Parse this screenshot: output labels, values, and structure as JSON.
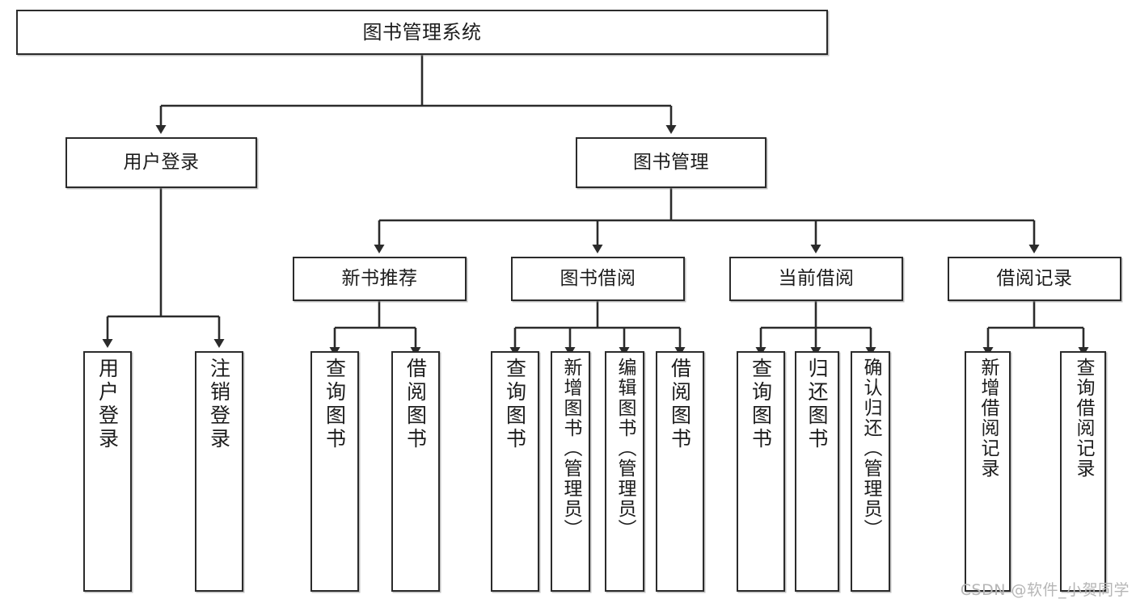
{
  "diagram": {
    "title": "图书管理系统",
    "type": "tree-hierarchy",
    "watermark": "CSDN @软件_小贺同学",
    "colors": {
      "node_border": "#2b2b2b",
      "node_fill": "#ffffff",
      "connector": "#2b2b2b",
      "watermark": "#b6b6b6",
      "background": "#ffffff"
    }
  },
  "nodes": {
    "root": {
      "label": "图书管理系统"
    },
    "level2": [
      {
        "id": "user-login",
        "label": "用户登录"
      },
      {
        "id": "book-manage",
        "label": "图书管理"
      }
    ],
    "level3": [
      {
        "id": "new-book-recommend",
        "label": "新书推荐"
      },
      {
        "id": "book-borrow",
        "label": "图书借阅"
      },
      {
        "id": "current-borrow",
        "label": "当前借阅"
      },
      {
        "id": "borrow-record",
        "label": "借阅记录"
      }
    ],
    "leaves": [
      {
        "id": "leaf-user-login",
        "label": "用户登录",
        "parent": "user-login"
      },
      {
        "id": "leaf-user-logout",
        "label": "注销登录",
        "parent": "user-login"
      },
      {
        "id": "leaf-query-book-1",
        "label": "查询图书",
        "parent": "new-book-recommend"
      },
      {
        "id": "leaf-borrow-book-1",
        "label": "借阅图书",
        "parent": "new-book-recommend"
      },
      {
        "id": "leaf-query-book-2",
        "label": "查询图书",
        "parent": "book-borrow"
      },
      {
        "id": "leaf-add-book",
        "label": "新增图书（管理员）",
        "parent": "book-borrow"
      },
      {
        "id": "leaf-edit-book",
        "label": "编辑图书（管理员）",
        "parent": "book-borrow"
      },
      {
        "id": "leaf-borrow-book-2",
        "label": "借阅图书",
        "parent": "book-borrow"
      },
      {
        "id": "leaf-query-book-3",
        "label": "查询图书",
        "parent": "current-borrow"
      },
      {
        "id": "leaf-return-book",
        "label": "归还图书",
        "parent": "current-borrow"
      },
      {
        "id": "leaf-confirm-return",
        "label": "确认归还（管理员）",
        "parent": "current-borrow"
      },
      {
        "id": "leaf-add-record",
        "label": "新增借阅记录",
        "parent": "borrow-record"
      },
      {
        "id": "leaf-query-record",
        "label": "查询借阅记录",
        "parent": "borrow-record"
      }
    ]
  }
}
